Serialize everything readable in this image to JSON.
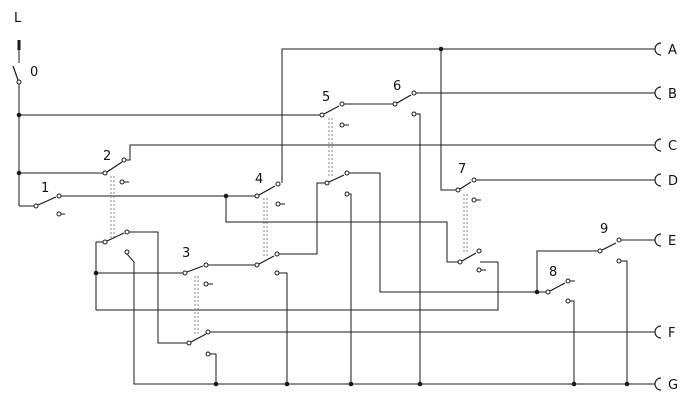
{
  "labels": {
    "source": "L",
    "switches": [
      "0",
      "1",
      "2",
      "3",
      "4",
      "5",
      "6",
      "7",
      "8",
      "9"
    ],
    "terminals": [
      "A",
      "B",
      "C",
      "D",
      "E",
      "F",
      "G"
    ]
  },
  "colors": {
    "line": "#1a1a1a",
    "mechanical_link": "#8a8a8a",
    "background": "#ffffff"
  }
}
